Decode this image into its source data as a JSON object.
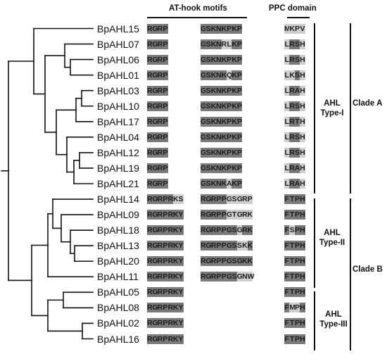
{
  "headers": {
    "at_hook": "AT-hook motifs",
    "ppc": "PPC domain"
  },
  "levels": {
    "d": "#7a7a7a",
    "m": "#a3a3a3",
    "l": "#cfcfcf",
    "n": "transparent"
  },
  "rows": [
    {
      "label": "BpAHL15",
      "m1": "RGRP",
      "l1": "dddd",
      "m2": "GSKNKPKP",
      "l2": "dddddddd",
      "ppc": "MKPV",
      "lp": "llll"
    },
    {
      "label": "BpAHL07",
      "m1": "RGRP",
      "l1": "dddd",
      "m2": "GSKNRLKP",
      "l2": "ddddlldd",
      "ppc": "LRSH",
      "lp": "lddl"
    },
    {
      "label": "BpAHL06",
      "m1": "RGRP",
      "l1": "dddd",
      "m2": "GSKNKPKP",
      "l2": "dddddddd",
      "ppc": "LRSH",
      "lp": "lddl"
    },
    {
      "label": "BpAHL01",
      "m1": "RGRP",
      "l1": "dddd",
      "m2": "GSKNKQKP",
      "l2": "dddddldd",
      "ppc": "LKSH",
      "lp": "lldl"
    },
    {
      "label": "BpAHL03",
      "m1": "RGRP",
      "l1": "dddd",
      "m2": "GSKNKPKP",
      "l2": "dddddddd",
      "ppc": "LRAH",
      "lp": "lddl"
    },
    {
      "label": "BpAHL10",
      "m1": "RGRP",
      "l1": "dddd",
      "m2": "GSKNKPKP",
      "l2": "dddddddd",
      "ppc": "LRSH",
      "lp": "lddl"
    },
    {
      "label": "BpAHL17",
      "m1": "RGRP",
      "l1": "dddd",
      "m2": "GSKNKPKP",
      "l2": "dddddddd",
      "ppc": "LRTH",
      "lp": "lddl"
    },
    {
      "label": "BpAHL04",
      "m1": "RGRP",
      "l1": "dddd",
      "m2": "GSKNKPKP",
      "l2": "dddddddd",
      "ppc": "LRSH",
      "lp": "lddl"
    },
    {
      "label": "BpAHL12",
      "m1": "RGRP",
      "l1": "dddd",
      "m2": "GSKNKPKP",
      "l2": "dddddddd",
      "ppc": "LRSH",
      "lp": "lddl"
    },
    {
      "label": "BpAHL19",
      "m1": "RGRP",
      "l1": "dddd",
      "m2": "GSKNKPKP",
      "l2": "dddddddd",
      "ppc": "LRAH",
      "lp": "lddl"
    },
    {
      "label": "BpAHL21",
      "m1": "RGRP",
      "l1": "dddd",
      "m2": "GSKNKAKP",
      "l2": "dddddldd",
      "ppc": "LRAH",
      "lp": "lddl"
    },
    {
      "label": "BpAHL14",
      "m1": "RGRPRKS",
      "l1": "dddddll",
      "m2": "RGRPPGSGRP",
      "l2": "dddddlllll",
      "ppc": "FTPH",
      "lp": "dddd"
    },
    {
      "label": "BpAHL09",
      "m1": "RGRPRKY",
      "l1": "ddddddd",
      "m2": "RGRPPGTGRK",
      "l2": "dddddlllll",
      "ppc": "FTPH",
      "lp": "dddd"
    },
    {
      "label": "BpAHL18",
      "m1": "RGRPRKY",
      "l1": "ddddddd",
      "m2": "RGRPPGSGRK",
      "l2": "dddddddldd",
      "ppc": "FSPH",
      "lp": "dldd"
    },
    {
      "label": "BpAHL13",
      "m1": "RGRPRKY",
      "l1": "ddddddd",
      "m2": "RGRPPGSSKK",
      "l2": "dddddddlld",
      "ppc": "FTPH",
      "lp": "dddd"
    },
    {
      "label": "BpAHL20",
      "m1": "RGRPRKY",
      "l1": "ddddddd",
      "m2": "RGRPPGSGKK",
      "l2": "dddddddddd",
      "ppc": "FTPH",
      "lp": "dddd"
    },
    {
      "label": "BpAHL11",
      "m1": "RGRPRKY",
      "l1": "ddddddd",
      "m2": "RGRPPGSGNW",
      "l2": "dddddddlll",
      "ppc": "FTPH",
      "lp": "dddd"
    },
    {
      "label": "BpAHL05",
      "m1": "RGRPRKY",
      "l1": "ddddddd",
      "m2": "",
      "l2": "",
      "ppc": "FTPH",
      "lp": "dddd"
    },
    {
      "label": "BpAHL08",
      "m1": "RGRPRKY",
      "l1": "ddddddd",
      "m2": "",
      "l2": "",
      "ppc": "FMPH",
      "lp": "dlld"
    },
    {
      "label": "BpAHL02",
      "m1": "RGRPRKY",
      "l1": "ddddddd",
      "m2": "",
      "l2": "",
      "ppc": "FTPH",
      "lp": "dddd"
    },
    {
      "label": "BpAHL16",
      "m1": "RGRPRKY",
      "l1": "ddddddd",
      "m2": "",
      "l2": "",
      "ppc": "FTPH",
      "lp": "dddd"
    }
  ],
  "groups": {
    "type1": [
      "AHL",
      "Type-I"
    ],
    "type2": [
      "AHL",
      "Type-II"
    ],
    "type3": [
      "AHL",
      "Type-III"
    ],
    "cladeA": "Clade A",
    "cladeB": "Clade B"
  }
}
